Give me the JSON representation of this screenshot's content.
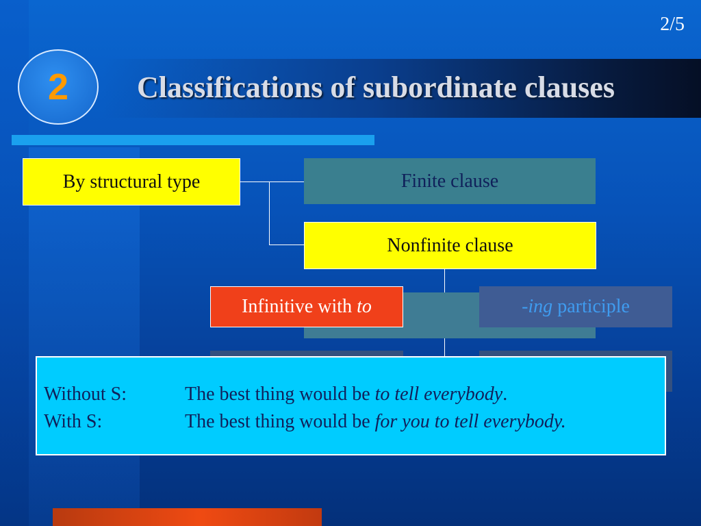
{
  "slide": {
    "page_number": "2/5",
    "section_number": "2",
    "title": "Classifications of subordinate clauses"
  },
  "diagram": {
    "root": {
      "label": "By structural type"
    },
    "finite": {
      "label": "Finite clause"
    },
    "nonfinite": {
      "label": "Nonfinite clause"
    },
    "infinitive": {
      "label_main": "Infinitive with ",
      "label_italic": "to"
    },
    "ing_participle": {
      "label_italic": "-ing",
      "label_main": " participle"
    }
  },
  "example": {
    "rows": [
      {
        "label": "Without S:",
        "text_plain": "The best thing would be ",
        "text_italic": "to tell everybody",
        "text_end": "."
      },
      {
        "label": "With S:",
        "text_plain": "The best thing would be ",
        "text_italic": "for you to tell everybody.",
        "text_end": ""
      }
    ]
  },
  "colors": {
    "background": "#0752b8",
    "highlight_box": "#ffff00",
    "active_box": "#f0401a",
    "example_box": "#00ccff",
    "section_number": "#ff9a00"
  }
}
